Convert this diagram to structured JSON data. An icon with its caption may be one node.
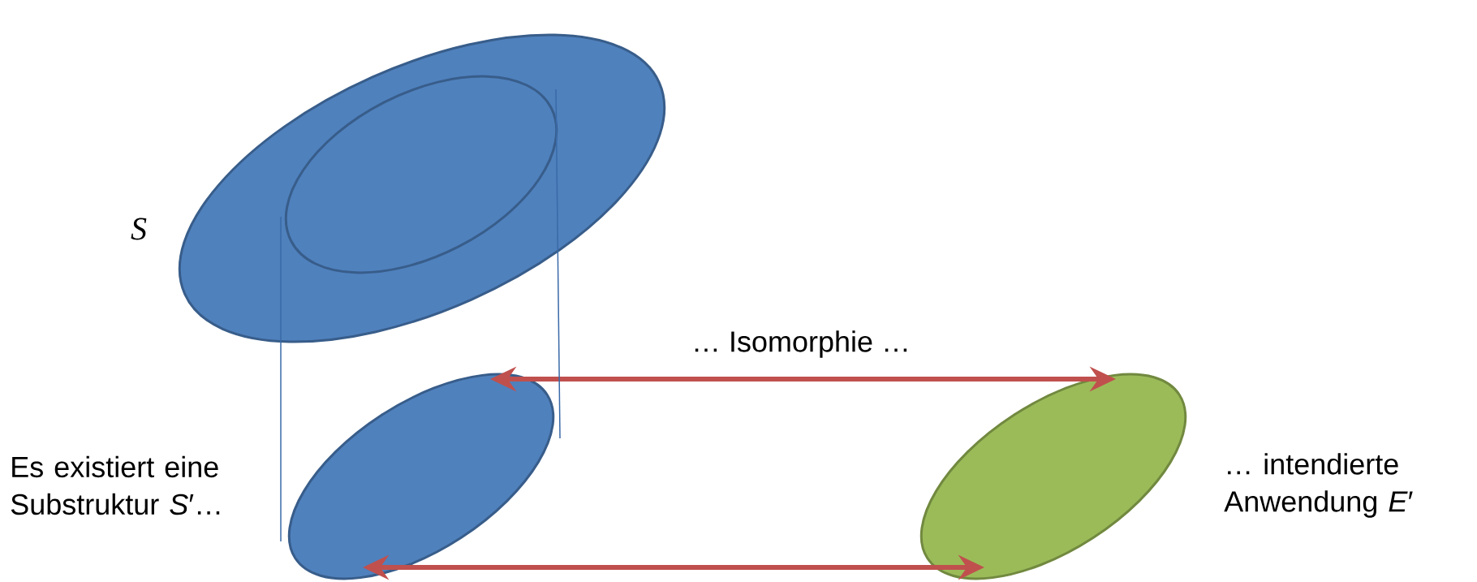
{
  "diagram": {
    "nodes": [
      {
        "text": [],
        "shape": "ellipse",
        "beside": [
          "S"
        ]
      },
      {
        "text": [],
        "shape": "ellipse",
        "in": 0
      },
      {
        "text": [],
        "shape": "ellipse",
        "beside": [
          "Es existiert eine Substruktur *S*′…"
        ]
      },
      {
        "text": [],
        "shape": "ellipse",
        "beside": [
          "… intendierte Anwendung *E*′"
        ]
      }
    ],
    "edges": [
      {
        "from": 2,
        "to": 3,
        "arrow": "both",
        "label": "… Isomorphie …",
        "style": "thick",
        "color": "#c0504d"
      },
      {
        "from": 2,
        "to": 3,
        "arrow": "both",
        "style": "thick",
        "color": "#c0504d"
      },
      {
        "from": 1,
        "to": 2,
        "arrow": "none",
        "color": "#3a6aa8"
      },
      {
        "from": 1,
        "to": 2,
        "arrow": "none",
        "color": "#3a6aa8"
      }
    ]
  }
}
